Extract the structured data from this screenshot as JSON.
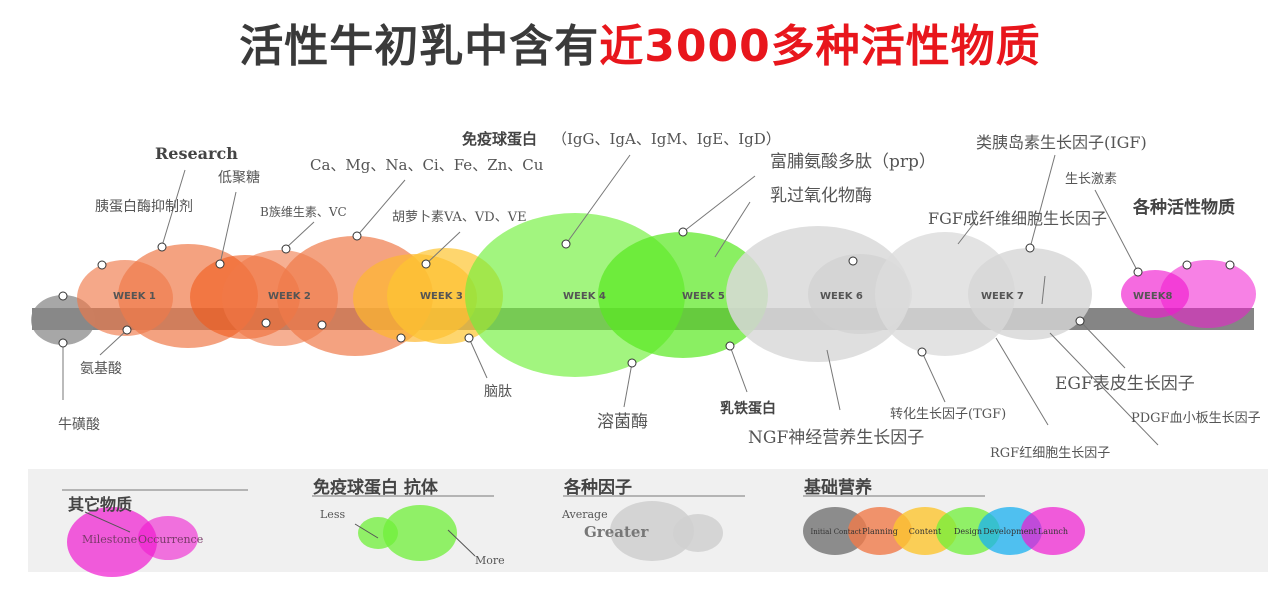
{
  "title": {
    "part1": "活性牛初乳中含有",
    "part2": "近3000多种活性物质"
  },
  "colors": {
    "title": "#3a3a3a",
    "highlight": "#e8161c",
    "bar": "#858585",
    "orange": "#f07a4a",
    "yellow": "#fdc530",
    "green": "#70f03a",
    "gray": "#d9d9d9",
    "magenta": "#f01ad0",
    "darkgray": "#8a8a8a"
  },
  "weeks": [
    "WEEK 1",
    "WEEK 2",
    "WEEK 3",
    "WEEK 4",
    "WEEK 5",
    "WEEK 6",
    "WEEK 7",
    "WEEK8"
  ],
  "labels": {
    "research": "Research",
    "protease_inhibitor": "胰蛋白酶抑制剂",
    "oligosaccharide": "低聚糖",
    "b_vitamins": "B族维生素、VC",
    "minerals": "Ca、Mg、Na、Ci、Fe、Zn、Cu",
    "carotene": "胡萝卜素VA、VD、VE",
    "immunoglobulin": "免疫球蛋白",
    "immunoglobulin_types": "（IgG、IgA、IgM、IgE、IgD）",
    "prp": "富脯氨酸多肽（prp）",
    "peroxidase": "乳过氧化物酶",
    "igf": "类胰岛素生长因子(IGF)",
    "growth_hormone": "生长激素",
    "fgf": "FGF成纤维细胞生长因子",
    "various_active": "各种活性物质",
    "amino_acids": "氨基酸",
    "taurine": "牛磺酸",
    "brain_peptide": "脑肽",
    "lysozyme": "溶菌酶",
    "lactoferrin": "乳铁蛋白",
    "ngf": "NGF神经营养生长因子",
    "tgf": "转化生长因子(TGF)",
    "rgf": "RGF红细胞生长因子",
    "egf": "EGF表皮生长因子",
    "pdgf": "PDGF血小板生长因子"
  },
  "legend": {
    "other": {
      "title": "其它物质",
      "left": "Milestone",
      "right": "Occurrence"
    },
    "immune": {
      "title": "免疫球蛋白 抗体",
      "less": "Less",
      "more": "More"
    },
    "factors": {
      "title": "各种因子",
      "average": "Average",
      "greater": "Greater"
    },
    "basic": {
      "title": "基础营养",
      "steps": [
        "Initial Contact",
        "Planning",
        "Content",
        "Design",
        "Development",
        "Launch"
      ]
    }
  }
}
